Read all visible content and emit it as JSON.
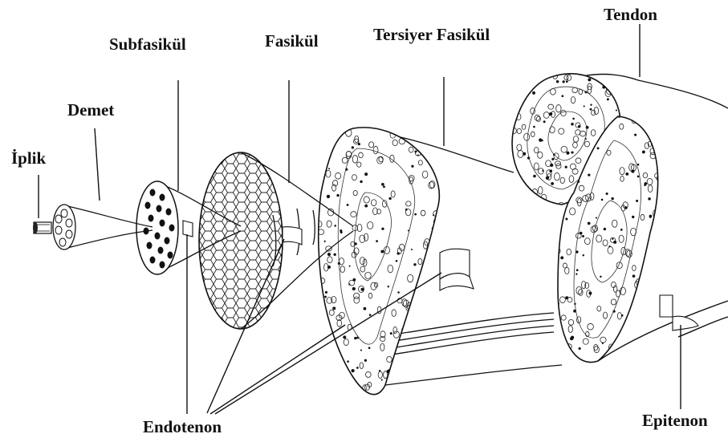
{
  "labels": {
    "iplik": "İplik",
    "demet": "Demet",
    "subfasikul": "Subfasikül",
    "fasikul": "Fasikül",
    "tersiyer": "Tersiyer Fasikül",
    "tendon": "Tendon",
    "endotenon": "Endotenon",
    "epitenon": "Epitenon"
  },
  "colors": {
    "ink": "#111111",
    "background": "#ffffff"
  }
}
